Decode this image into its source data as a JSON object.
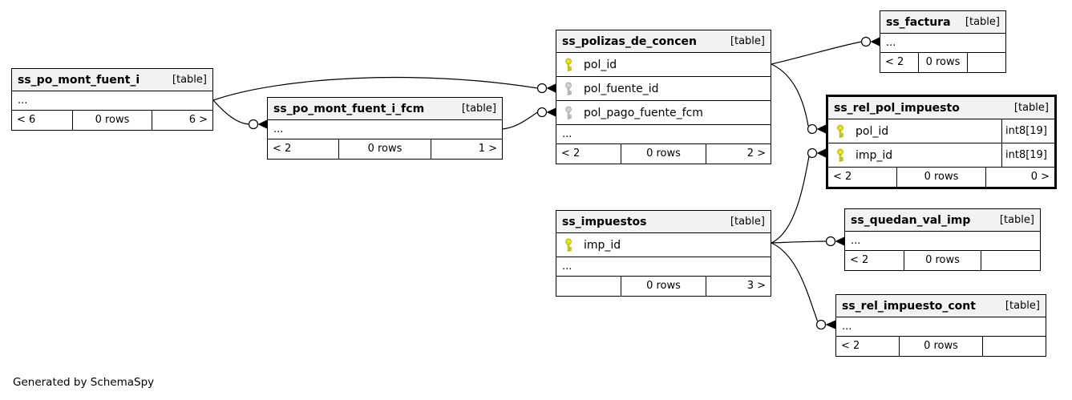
{
  "generator_note": "Generated by SchemaSpy",
  "colors": {
    "primary_key_icon": "#e9e600",
    "foreign_key_icon": "#d2d2d2",
    "header_background": "#f2f2f2",
    "border": "#000000",
    "background": "#ffffff"
  },
  "tables": {
    "ss_po_mont_fuent_i": {
      "name": "ss_po_mont_fuent_i",
      "tag": "[table]",
      "ellipsis": "...",
      "footer": {
        "left": "< 6",
        "center": "0 rows",
        "right": "6 >"
      }
    },
    "ss_po_mont_fuent_i_fcm": {
      "name": "ss_po_mont_fuent_i_fcm",
      "tag": "[table]",
      "ellipsis": "...",
      "footer": {
        "left": "< 2",
        "center": "0 rows",
        "right": "1 >"
      }
    },
    "ss_polizas_de_concen": {
      "name": "ss_polizas_de_concen",
      "tag": "[table]",
      "columns": [
        {
          "label": "pol_id",
          "key": "primary"
        },
        {
          "label": "pol_fuente_id",
          "key": "foreign"
        },
        {
          "label": "pol_pago_fuente_fcm",
          "key": "foreign"
        }
      ],
      "ellipsis": "...",
      "footer": {
        "left": "< 2",
        "center": "0 rows",
        "right": "2 >"
      }
    },
    "ss_factura": {
      "name": "ss_factura",
      "tag": "[table]",
      "ellipsis": "...",
      "footer": {
        "left": "< 2",
        "center": "0 rows",
        "right": ""
      }
    },
    "ss_rel_pol_impuesto": {
      "name": "ss_rel_pol_impuesto",
      "tag": "[table]",
      "emphasized": true,
      "columns": [
        {
          "label": "pol_id",
          "key": "primary",
          "type": "int8[19]"
        },
        {
          "label": "imp_id",
          "key": "primary",
          "type": "int8[19]"
        }
      ],
      "footer": {
        "left": "< 2",
        "center": "0 rows",
        "right": "0 >"
      }
    },
    "ss_impuestos": {
      "name": "ss_impuestos",
      "tag": "[table]",
      "columns": [
        {
          "label": "imp_id",
          "key": "primary"
        }
      ],
      "ellipsis": "...",
      "footer": {
        "left": "",
        "center": "0 rows",
        "right": "3 >"
      }
    },
    "ss_quedan_val_imp": {
      "name": "ss_quedan_val_imp",
      "tag": "[table]",
      "ellipsis": "...",
      "footer": {
        "left": "< 2",
        "center": "0 rows",
        "right": ""
      }
    },
    "ss_rel_impuesto_cont": {
      "name": "ss_rel_impuesto_cont",
      "tag": "[table]",
      "ellipsis": "...",
      "footer": {
        "left": "< 2",
        "center": "0 rows",
        "right": ""
      }
    }
  },
  "relationships": [
    {
      "parent": "ss_po_mont_fuent_i",
      "child": "ss_polizas_de_concen",
      "child_column": "pol_fuente_id"
    },
    {
      "parent": "ss_po_mont_fuent_i",
      "child": "ss_po_mont_fuent_i_fcm"
    },
    {
      "parent": "ss_po_mont_fuent_i_fcm",
      "child": "ss_polizas_de_concen",
      "child_column": "pol_pago_fuente_fcm"
    },
    {
      "parent": "ss_polizas_de_concen",
      "parent_column": "pol_id",
      "child": "ss_factura"
    },
    {
      "parent": "ss_polizas_de_concen",
      "parent_column": "pol_id",
      "child": "ss_rel_pol_impuesto",
      "child_column": "pol_id"
    },
    {
      "parent": "ss_impuestos",
      "parent_column": "imp_id",
      "child": "ss_rel_pol_impuesto",
      "child_column": "imp_id"
    },
    {
      "parent": "ss_impuestos",
      "parent_column": "imp_id",
      "child": "ss_quedan_val_imp"
    },
    {
      "parent": "ss_impuestos",
      "parent_column": "imp_id",
      "child": "ss_rel_impuesto_cont"
    }
  ]
}
